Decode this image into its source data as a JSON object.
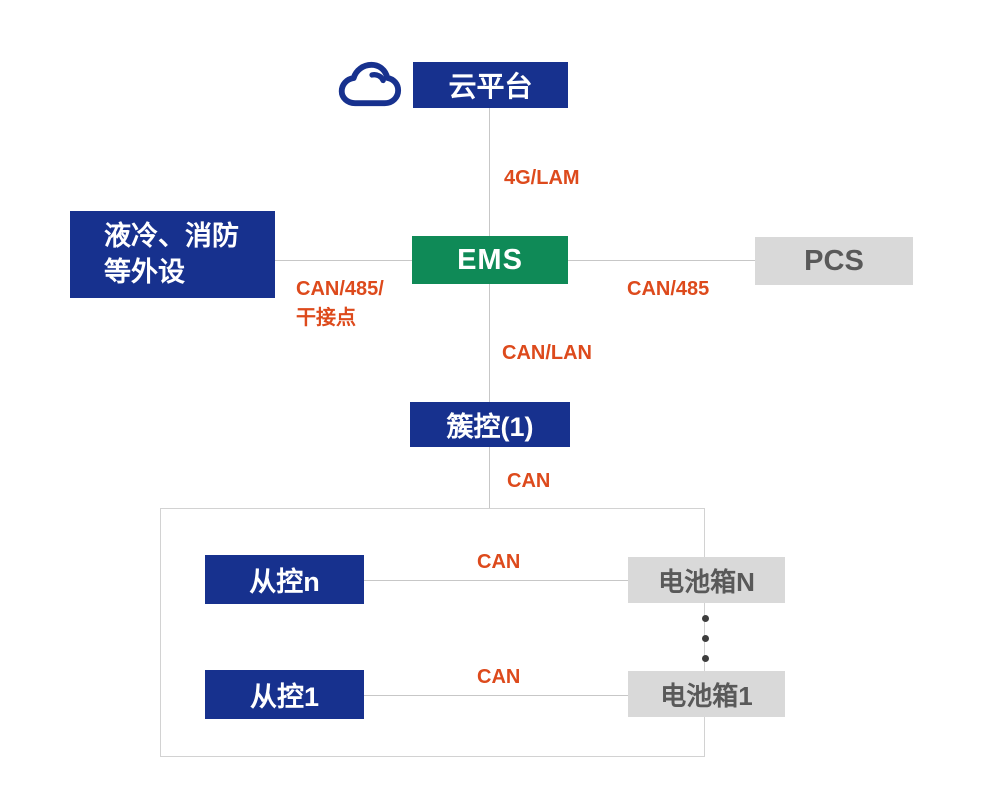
{
  "diagram": {
    "nodes": {
      "cloud_platform": "云平台",
      "peripherals_line1": "液冷、消防",
      "peripherals_line2": "等外设",
      "ems": "EMS",
      "pcs": "PCS",
      "cluster": "簇控(1)",
      "slave_n": "从控n",
      "slave_1": "从控1",
      "battery_n": "电池箱N",
      "battery_1": "电池箱1"
    },
    "edges": {
      "cloud_ems": "4G/LAM",
      "periph_ems_line1": "CAN/485/",
      "periph_ems_line2": "干接点",
      "ems_pcs": "CAN/485",
      "ems_cluster": "CAN/LAN",
      "cluster_rack": "CAN",
      "slave_n_battery_n": "CAN",
      "slave_1_battery_1": "CAN"
    },
    "icons": {
      "cloud": "cloud-icon"
    },
    "colors": {
      "primary_blue": "#17318e",
      "ems_green": "#0f8a57",
      "box_gray": "#d9d9d9",
      "gray_text": "#595959",
      "label_orange": "#dd4a1c",
      "connector_gray": "#c7c7c7"
    }
  }
}
